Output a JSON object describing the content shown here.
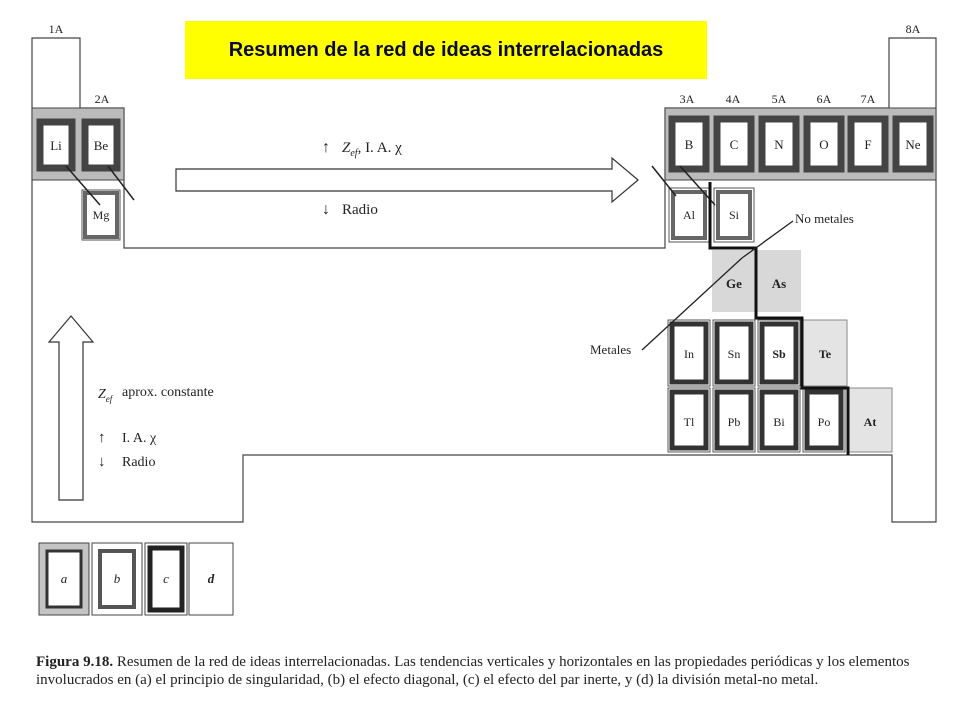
{
  "title": "Resumen de la red de ideas interrelacionadas",
  "groups": {
    "g1A": "1A",
    "g2A": "2A",
    "g3A": "3A",
    "g4A": "4A",
    "g5A": "5A",
    "g6A": "6A",
    "g7A": "7A",
    "g8A": "8A"
  },
  "elements": {
    "Li": "Li",
    "Be": "Be",
    "Mg": "Mg",
    "B": "B",
    "C": "C",
    "N": "N",
    "O": "O",
    "F": "F",
    "Ne": "Ne",
    "Al": "Al",
    "Si": "Si",
    "Ge": "Ge",
    "As": "As",
    "In": "In",
    "Sn": "Sn",
    "Sb": "Sb",
    "Te": "Te",
    "Tl": "Tl",
    "Pb": "Pb",
    "Bi": "Bi",
    "Po": "Po",
    "At": "At"
  },
  "horizontal_trend": {
    "up_arrow": "↑",
    "up_text_prefix": "Z",
    "up_text_sub": "ef",
    "up_text_suffix": ", I. A. χ",
    "down_arrow": "↓",
    "down_text": "Radio"
  },
  "vertical_trend": {
    "zef_prefix": "Z",
    "zef_sub": "ef",
    "zef_text": "aprox. constante",
    "up_arrow": "↑",
    "up_text": "I. A. χ",
    "down_arrow": "↓",
    "down_text": "Radio"
  },
  "labels": {
    "no_metales": "No metales",
    "metales": "Metales"
  },
  "legend": [
    "a",
    "b",
    "c",
    "d"
  ],
  "caption": {
    "figure_label": "Figura 9.18.",
    "text": "Resumen de la red de ideas interrelacionadas. Las tendencias verticales y horizontales en las propiedades periódicas y los elementos involucrados en (a) el principio de singularidad, (b) el efecto diagonal, (c) el efecto del par inerte, y (d) la división metal-no metal."
  }
}
